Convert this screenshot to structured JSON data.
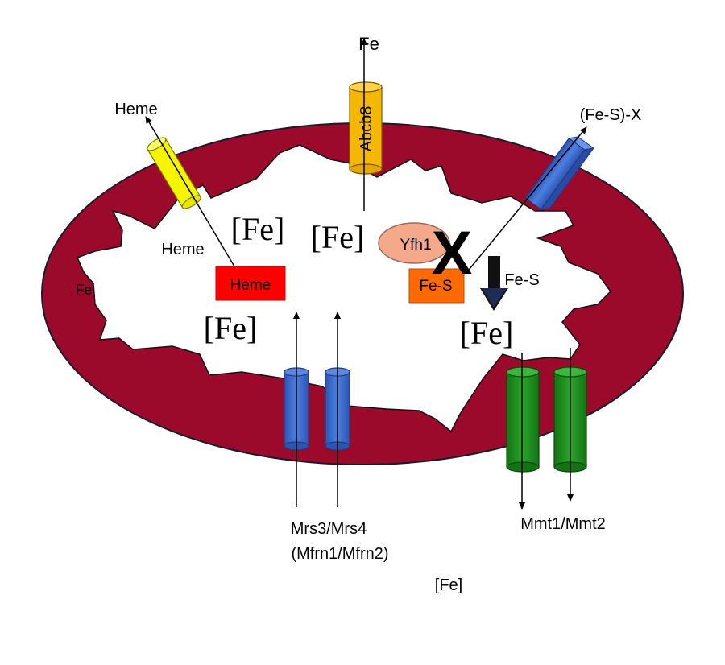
{
  "labels": {
    "fe_top": "Fe",
    "heme_top": "Heme",
    "fes_x": "(Fe-S)-X",
    "abcb8": "Abcb8",
    "fe_bracket_1": "[Fe]",
    "fe_bracket_2": "[Fe]",
    "fe_bracket_3": "[Fe]",
    "fe_bracket_4": "[Fe]",
    "heme_inner": "Heme",
    "heme_box": "Heme",
    "fe_outer_left": "Fe",
    "yfh1": "Yfh1",
    "cross": "X",
    "fes_box": "Fe-S",
    "fes_arrow": "Fe-S",
    "mrs_line1": "Mrs3/Mrs4",
    "mrs_line2": "(Mfrn1/Mfrn2)",
    "mmt": "Mmt1/Mmt2",
    "fe_outside": "[Fe]"
  },
  "colors": {
    "outer_membrane": "#9b0a2a",
    "matrix": "#ffffff",
    "heme_channel": "#f5f500",
    "abcb8_channel": "#f5b800",
    "fes_channel": "#3f6fd1",
    "mrs_channel": "#3a66c9",
    "mmt_channel": "#1f8f1f",
    "heme_box": "#ff0000",
    "fes_box": "#ff6a00",
    "yfh1": "#f4a98a"
  }
}
